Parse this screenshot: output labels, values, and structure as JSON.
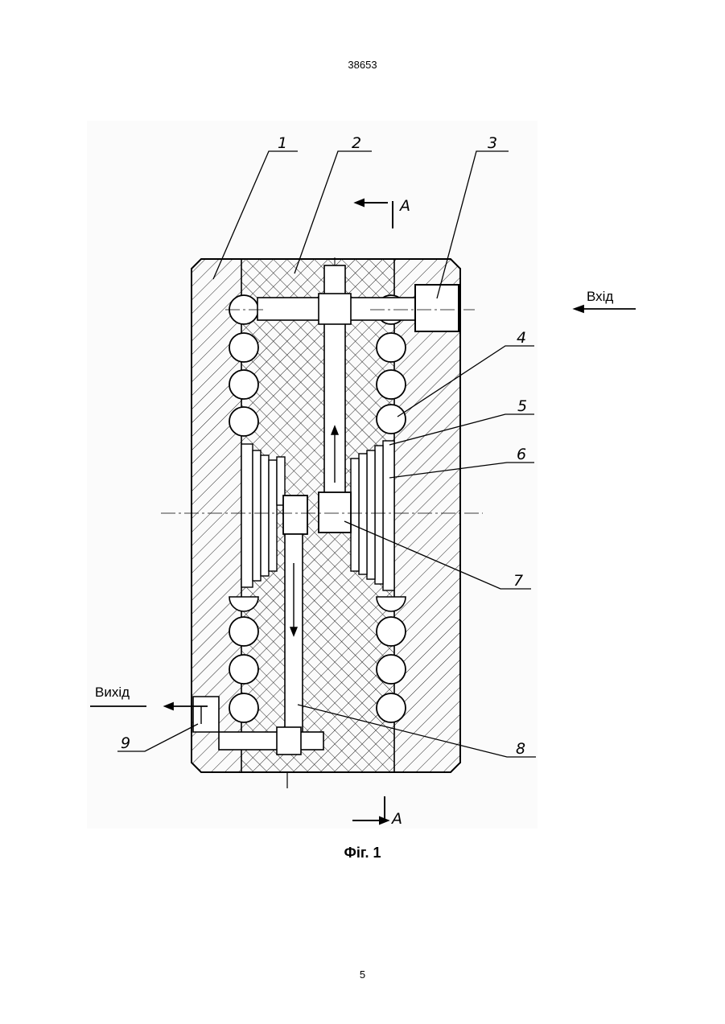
{
  "page": {
    "header_number": "38653",
    "footer_number": "5",
    "figure_caption": "Фіг. 1"
  },
  "figure": {
    "callouts": [
      "1",
      "2",
      "3",
      "4",
      "5",
      "6",
      "7",
      "8",
      "9"
    ],
    "section_marker": "А",
    "inlet_label": "Вхід",
    "outlet_label": "Вихід"
  }
}
